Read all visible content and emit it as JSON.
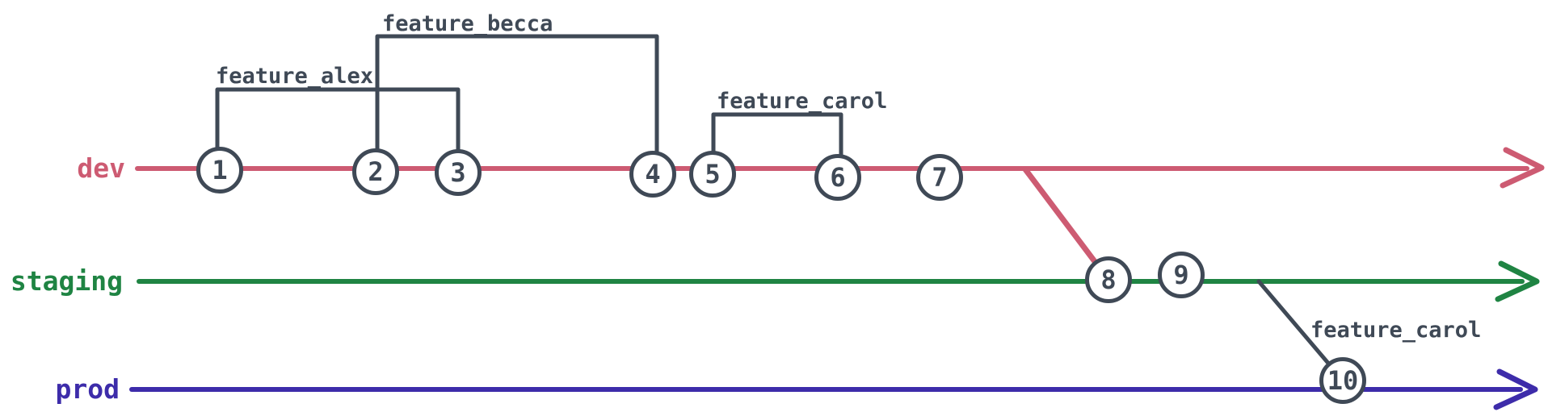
{
  "diagram": {
    "type": "git-graph",
    "background": "#ffffff",
    "ink_color": "#3f4956",
    "branches": [
      {
        "name": "dev",
        "color": "#cd5b72"
      },
      {
        "name": "staging",
        "color": "#1f8443"
      },
      {
        "name": "prod",
        "color": "#3d2caa"
      }
    ],
    "commits": [
      {
        "id": "1",
        "branch": "dev"
      },
      {
        "id": "2",
        "branch": "dev"
      },
      {
        "id": "3",
        "branch": "dev"
      },
      {
        "id": "4",
        "branch": "dev"
      },
      {
        "id": "5",
        "branch": "dev"
      },
      {
        "id": "6",
        "branch": "dev"
      },
      {
        "id": "7",
        "branch": "dev"
      },
      {
        "id": "8",
        "branch": "staging"
      },
      {
        "id": "9",
        "branch": "staging"
      },
      {
        "id": "10",
        "branch": "prod"
      }
    ],
    "labels": [
      {
        "text": "feature_alex",
        "spans_commits": [
          "1",
          "3"
        ]
      },
      {
        "text": "feature_becca",
        "spans_commits": [
          "2",
          "4"
        ]
      },
      {
        "text": "feature_carol",
        "spans_commits": [
          "5",
          "6"
        ]
      },
      {
        "text": "feature_carol",
        "at_commit": "10"
      }
    ],
    "merges": [
      {
        "from": "dev",
        "to": "staging",
        "at_commit": "8",
        "edge_color": "#cd5b72"
      },
      {
        "from": "staging",
        "to": "prod",
        "at_commit": "10",
        "edge_color": "#3f4956"
      }
    ]
  }
}
